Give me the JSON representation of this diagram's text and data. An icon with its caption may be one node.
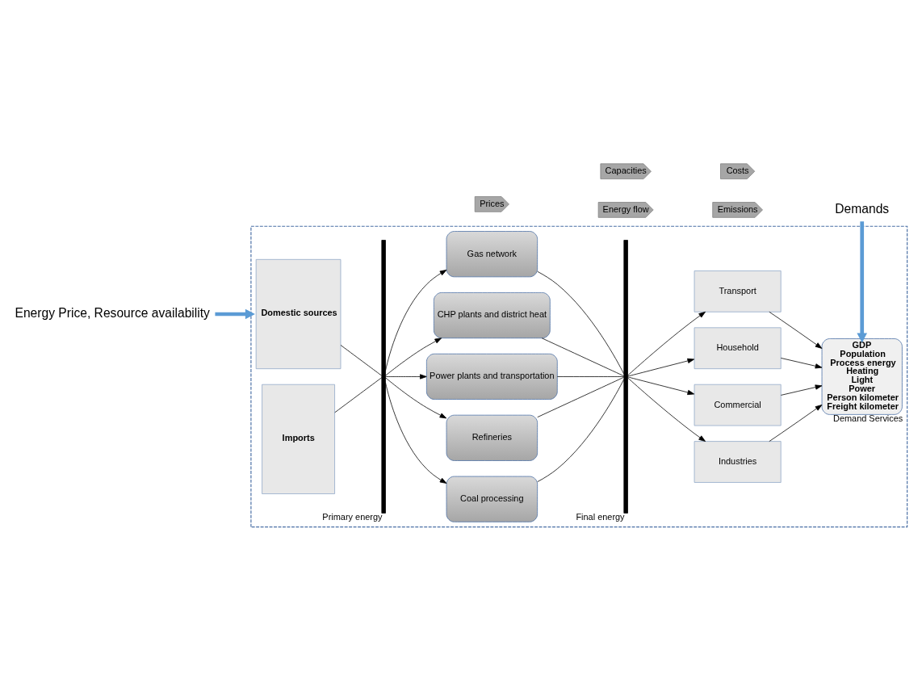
{
  "diagram": {
    "nodes": [
      {
        "text": [],
        "shape": "box"
      },
      {
        "text": [
          "Domestic sources"
        ],
        "in": 0
      },
      {
        "text": [
          "Imports"
        ],
        "in": 0
      },
      {
        "text": [],
        "shape": "bar",
        "beside": [
          "Primary energy"
        ],
        "in": 0
      },
      {
        "text": [
          "Coal processing"
        ],
        "in": 0
      },
      {
        "text": [
          "Refineries"
        ],
        "in": 0
      },
      {
        "text": [
          "Power plants and transportation"
        ],
        "in": 0
      },
      {
        "text": [
          "CHP plants and district heat"
        ],
        "in": 0
      },
      {
        "text": [
          "Gas network"
        ],
        "in": 0
      },
      {
        "text": [],
        "shape": "bar",
        "beside": [
          "Final energy"
        ],
        "in": 0
      },
      {
        "text": [
          "Industries"
        ],
        "in": 0
      },
      {
        "text": [
          "Commercial"
        ],
        "in": 0
      },
      {
        "text": [
          "Household"
        ],
        "in": 0
      },
      {
        "text": [
          "Transport"
        ],
        "in": 0
      },
      {
        "text": [
          "GDP",
          "Population",
          "Process energy",
          "Heating",
          "Light",
          "Power",
          "Person kilometer",
          "Freight kilometer"
        ],
        "beside": [
          "Demand Services"
        ],
        "in": 0
      },
      {
        "text": [
          "Energy Price, Resource availability"
        ]
      },
      {
        "text": [
          "Demands"
        ]
      },
      {
        "text": [
          "Prices"
        ]
      },
      {
        "text": [
          "Energy flow"
        ]
      },
      {
        "text": [
          "Emissions"
        ]
      },
      {
        "text": [
          "Capacities"
        ]
      },
      {
        "text": [
          "Costs"
        ]
      }
    ],
    "edges": [
      {
        "from": 15,
        "to": 0,
        "arrow": "to",
        "style": "thick",
        "color": "#5b9bd5"
      },
      {
        "from": 1,
        "to": 3,
        "arrow": "none"
      },
      {
        "from": 2,
        "to": 3,
        "arrow": "none"
      },
      {
        "from": 3,
        "to": 4,
        "arrow": "to"
      },
      {
        "from": 3,
        "to": 5,
        "arrow": "to"
      },
      {
        "from": 3,
        "to": 6,
        "arrow": "to"
      },
      {
        "from": 3,
        "to": 7,
        "arrow": "to"
      },
      {
        "from": 3,
        "to": 8,
        "arrow": "to"
      },
      {
        "from": 4,
        "to": 9,
        "arrow": "none"
      },
      {
        "from": 5,
        "to": 9,
        "arrow": "none"
      },
      {
        "from": 6,
        "to": 9,
        "arrow": "none"
      },
      {
        "from": 7,
        "to": 9,
        "arrow": "none"
      },
      {
        "from": 8,
        "to": 9,
        "arrow": "none"
      },
      {
        "from": 9,
        "to": 10,
        "arrow": "to"
      },
      {
        "from": 9,
        "to": 11,
        "arrow": "to"
      },
      {
        "from": 9,
        "to": 12,
        "arrow": "to"
      },
      {
        "from": 9,
        "to": 13,
        "arrow": "to"
      },
      {
        "from": 10,
        "to": 14,
        "arrow": "to"
      },
      {
        "from": 11,
        "to": 14,
        "arrow": "to"
      },
      {
        "from": 12,
        "to": 14,
        "arrow": "to"
      },
      {
        "from": 13,
        "to": 14,
        "arrow": "to"
      },
      {
        "from": 16,
        "to": 14,
        "arrow": "to",
        "style": "thick",
        "color": "#5b9bd5"
      }
    ]
  }
}
